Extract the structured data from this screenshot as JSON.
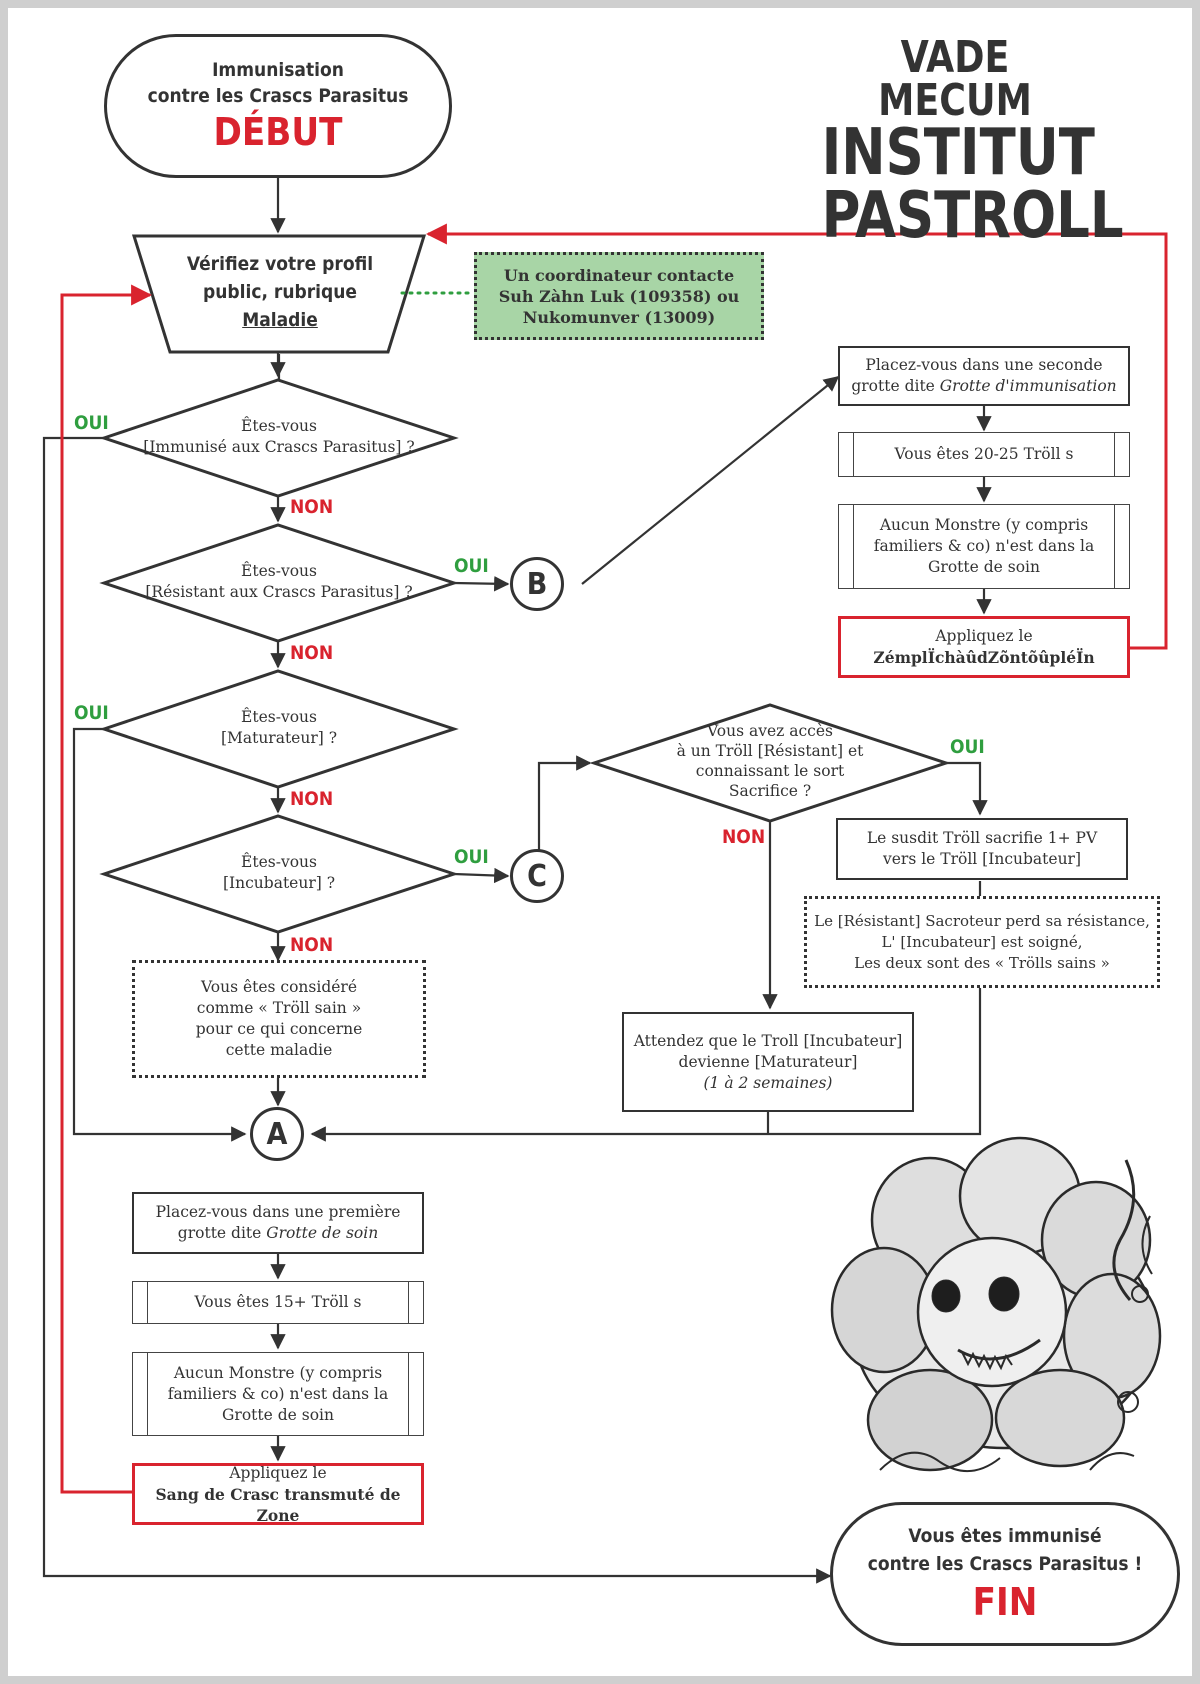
{
  "header": {
    "line1": "VADE MECUM",
    "line2": "INSTITUT",
    "line3": "PASTROLL"
  },
  "start": {
    "line1": "Immunisation",
    "line2": "contre les Crascs Parasitus",
    "label": "DÉBUT"
  },
  "check_profile": {
    "line1": "Vérifiez votre profil",
    "line2": "public, rubrique",
    "line3": "Maladie"
  },
  "coordinator": {
    "line1": "Un coordinateur contacte",
    "line2": "Suh Zàhn Luk (109358) ou",
    "line3": "Nukomunver (13009)"
  },
  "q_immune": {
    "line1": "Êtes-vous",
    "line2": "[Immunisé aux Crascs Parasitus] ?"
  },
  "q_resistant": {
    "line1": "Êtes-vous",
    "line2": "[Résistant aux Crascs Parasitus] ?"
  },
  "q_maturateur": {
    "line1": "Êtes-vous",
    "line2": "[Maturateur] ?"
  },
  "q_incubateur": {
    "line1": "Êtes-vous",
    "line2": "[Incubateur] ?"
  },
  "q_access": {
    "line1": "Vous avez accès",
    "line2": "à un Tröll [Résistant] et",
    "line3": "connaissant le sort",
    "line4": "Sacrifice ?"
  },
  "labels": {
    "oui": "OUI",
    "non": "NON"
  },
  "connectors": {
    "a": "A",
    "b": "B",
    "c": "C"
  },
  "healthy": {
    "line1": "Vous êtes considéré",
    "line2": "comme « Tröll sain »",
    "line3": "pour ce qui concerne",
    "line4": "cette maladie"
  },
  "sacrifice": {
    "line1": "Le susdit Tröll sacrifie 1+ PV",
    "line2": "vers le Tröll [Incubateur]"
  },
  "sacrifice_result": {
    "line1": "Le [Résistant] Sacroteur perd sa résistance,",
    "line2": "L' [Incubateur] est soigné,",
    "line3": "Les deux sont des « Trölls sains »"
  },
  "wait": {
    "line1": "Attendez que le Troll [Incubateur]",
    "line2": "devienne [Maturateur]",
    "line3": "(1 à 2 semaines)"
  },
  "b_branch": {
    "step1_line1": "Placez-vous dans une seconde",
    "step1_line2": "grotte dite",
    "step1_italic": "Grotte d'immunisation",
    "step2": "Vous êtes 20-25 Tröll s",
    "step3_line1": "Aucun Monstre (y compris",
    "step3_line2": "familiers & co) n'est dans la",
    "step3_line3": "Grotte de soin",
    "step4_line1": "Appliquez le",
    "step4_line2": "ZémplÏchàûdZõntõûpléÏn"
  },
  "a_branch": {
    "step1_line1": "Placez-vous dans une première",
    "step1_line2": "grotte dite",
    "step1_italic": "Grotte de soin",
    "step2": "Vous êtes 15+ Tröll s",
    "step3_line1": "Aucun Monstre (y compris",
    "step3_line2": "familiers & co) n'est dans la",
    "step3_line3": "Grotte de soin",
    "step4_line1": "Appliquez le",
    "step4_line2": "Sang de Crasc transmuté de Zone"
  },
  "end": {
    "line1": "Vous êtes immunisé",
    "line2": "contre les Crascs Parasitus !",
    "label": "FIN"
  },
  "illustration": {
    "subject": "flower-monster-sketch"
  },
  "colors": {
    "ink": "#333333",
    "red": "#d9232e",
    "green": "#2f9e3f",
    "note_green": "#a8d5a6",
    "frame": "#cfcfcf"
  }
}
